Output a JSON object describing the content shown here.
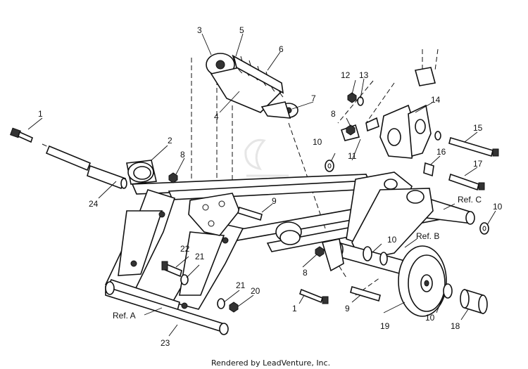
{
  "diagram": {
    "callouts": [
      "1",
      "2",
      "3",
      "4",
      "5",
      "6",
      "7",
      "8",
      "9",
      "10",
      "11",
      "12",
      "13",
      "14",
      "15",
      "16",
      "17",
      "18",
      "19",
      "20",
      "21",
      "22",
      "23",
      "24"
    ],
    "references": [
      "Ref. A",
      "Ref. B",
      "Ref. C"
    ],
    "footer": "Rendered by LeadVenture, Inc."
  }
}
